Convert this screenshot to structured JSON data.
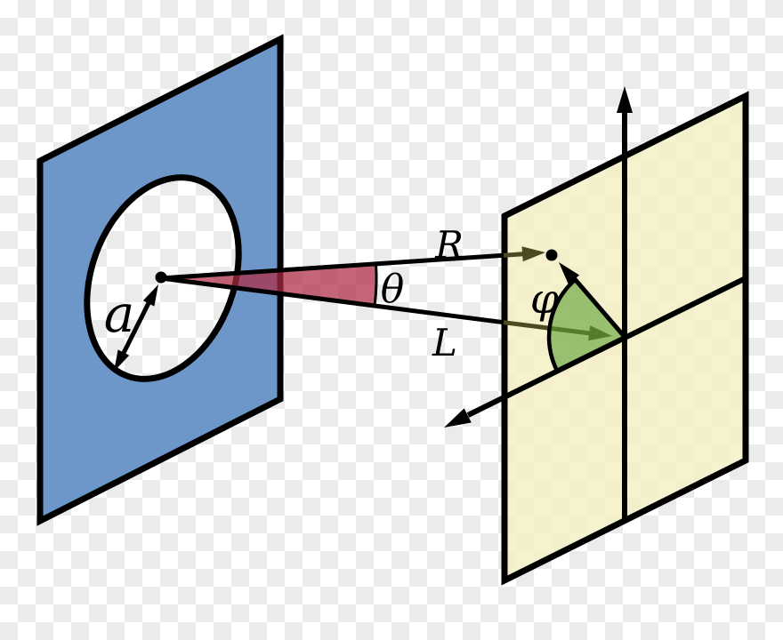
{
  "labels": {
    "aperture_radius": "a",
    "angle_theta": "θ",
    "ray_upper": "R",
    "ray_lower": "L",
    "angle_phi": "φ"
  },
  "colors": {
    "aperture_plane_blue": "#6e97c9",
    "screen_plane_yellow": "#f5f0c5",
    "theta_wedge_red": "#ae2b44",
    "phi_wedge_green": "#5a9e32",
    "occluded_arrow_olive": "#4b4b22",
    "line_black": "#000000",
    "checker_gray": "#ebebeb",
    "checker_white": "#ffffff"
  }
}
